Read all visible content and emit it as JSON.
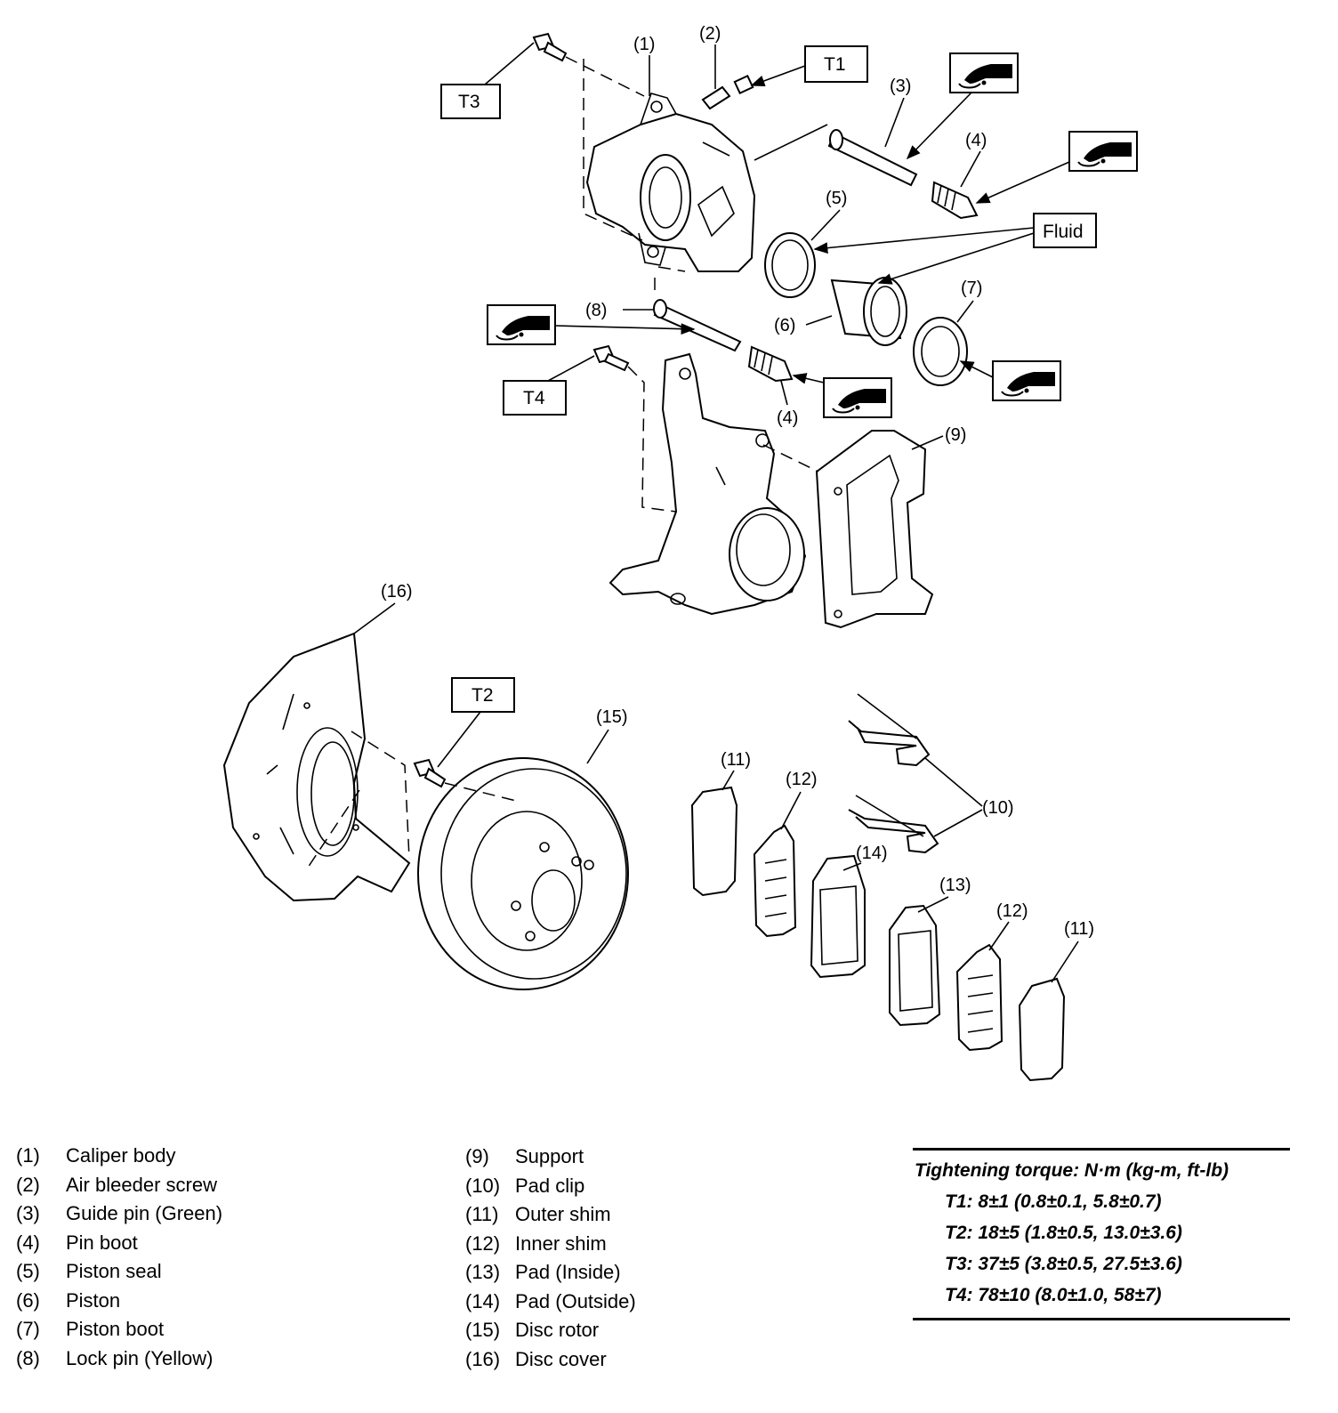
{
  "diagram": {
    "callouts": {
      "c1": "(1)",
      "c2": "(2)",
      "c3": "(3)",
      "c4a": "(4)",
      "c4b": "(4)",
      "c5": "(5)",
      "c6": "(6)",
      "c7": "(7)",
      "c8": "(8)",
      "c9": "(9)",
      "c10": "(10)",
      "c11a": "(11)",
      "c11b": "(11)",
      "c12a": "(12)",
      "c12b": "(12)",
      "c13": "(13)",
      "c14": "(14)",
      "c15": "(15)",
      "c16": "(16)"
    },
    "torque_tags": {
      "t1": "T1",
      "t2": "T2",
      "t3": "T3",
      "t4": "T4"
    },
    "fluid_tag": "Fluid",
    "grease_icon": "grease-gun-icon"
  },
  "legend": {
    "left": [
      {
        "num": "(1)",
        "name": "Caliper body"
      },
      {
        "num": "(2)",
        "name": "Air bleeder screw"
      },
      {
        "num": "(3)",
        "name": "Guide pin (Green)"
      },
      {
        "num": "(4)",
        "name": "Pin boot"
      },
      {
        "num": "(5)",
        "name": "Piston seal"
      },
      {
        "num": "(6)",
        "name": "Piston"
      },
      {
        "num": "(7)",
        "name": "Piston boot"
      },
      {
        "num": "(8)",
        "name": "Lock pin (Yellow)"
      }
    ],
    "right": [
      {
        "num": "(9)",
        "name": "Support"
      },
      {
        "num": "(10)",
        "name": "Pad clip"
      },
      {
        "num": "(11)",
        "name": "Outer shim"
      },
      {
        "num": "(12)",
        "name": "Inner shim"
      },
      {
        "num": "(13)",
        "name": "Pad (Inside)"
      },
      {
        "num": "(14)",
        "name": "Pad (Outside)"
      },
      {
        "num": "(15)",
        "name": "Disc rotor"
      },
      {
        "num": "(16)",
        "name": "Disc cover"
      }
    ]
  },
  "torque": {
    "heading": "Tightening torque: N·m (kg-m, ft-lb)",
    "rows": [
      "T1: 8±1 (0.8±0.1, 5.8±0.7)",
      "T2: 18±5 (1.8±0.5, 13.0±3.6)",
      "T3: 37±5 (3.8±0.5, 27.5±3.6)",
      "T4: 78±10 (8.0±1.0, 58±7)"
    ]
  }
}
